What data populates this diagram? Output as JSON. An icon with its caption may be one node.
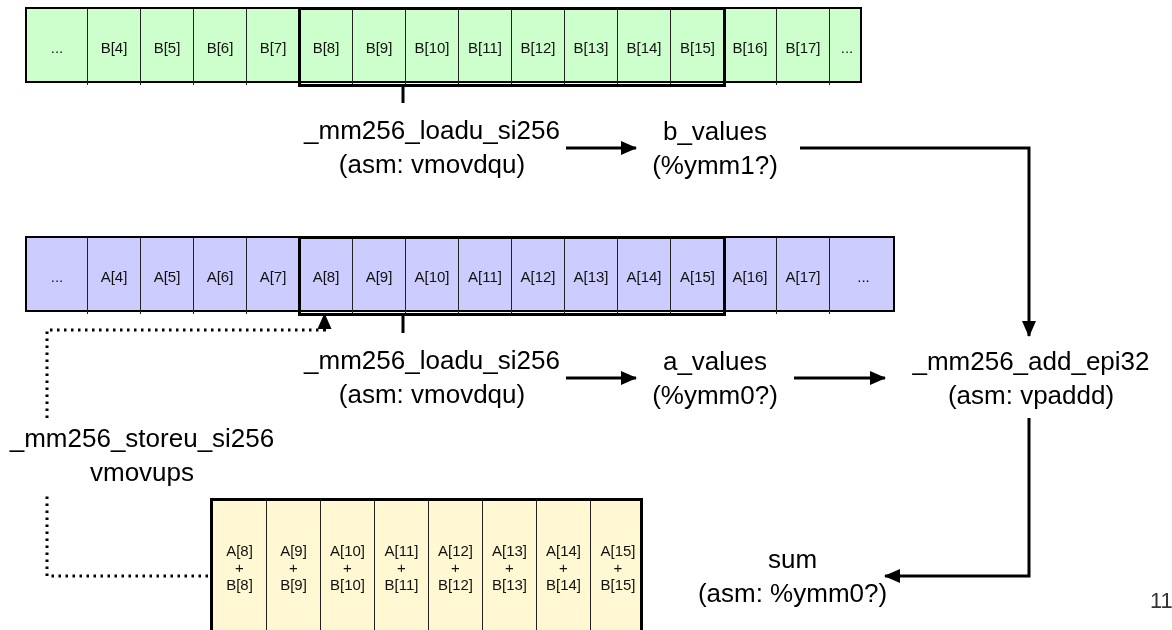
{
  "diagram": {
    "nodes": [
      {
        "text": [],
        "shape": "bar"
      },
      {
        "text": [
          "..."
        ],
        "in": 0
      },
      {
        "text": [
          "B[4]"
        ],
        "in": 0
      },
      {
        "text": [
          "B[5]"
        ],
        "in": 0
      },
      {
        "text": [
          "B[6]"
        ],
        "in": 0
      },
      {
        "text": [
          "B[7]"
        ],
        "in": 0
      },
      {
        "text": [],
        "shape": "box",
        "in": 0
      },
      {
        "text": [
          "B[8]"
        ],
        "in": 6
      },
      {
        "text": [
          "B[9]"
        ],
        "in": 6
      },
      {
        "text": [
          "B[10]"
        ],
        "in": 6
      },
      {
        "text": [
          "B[11]"
        ],
        "in": 6
      },
      {
        "text": [
          "B[12]"
        ],
        "in": 6
      },
      {
        "text": [
          "B[13]"
        ],
        "in": 6
      },
      {
        "text": [
          "B[14]"
        ],
        "in": 6
      },
      {
        "text": [
          "B[15]"
        ],
        "in": 6
      },
      {
        "text": [
          "B[16]"
        ],
        "in": 0
      },
      {
        "text": [
          "B[17]"
        ],
        "in": 0
      },
      {
        "text": [
          "..."
        ],
        "in": 0
      },
      {
        "text": [
          "_mm256_loadu_si256",
          "(asm: vmovdqu)"
        ]
      },
      {
        "text": [
          "b_values",
          "(%ymm1?)"
        ]
      },
      {
        "text": [],
        "shape": "bar"
      },
      {
        "text": [
          "..."
        ],
        "in": 20
      },
      {
        "text": [
          "A[4]"
        ],
        "in": 20
      },
      {
        "text": [
          "A[5]"
        ],
        "in": 20
      },
      {
        "text": [
          "A[6]"
        ],
        "in": 20
      },
      {
        "text": [
          "A[7]"
        ],
        "in": 20
      },
      {
        "text": [],
        "shape": "box",
        "in": 20
      },
      {
        "text": [
          "A[8]"
        ],
        "in": 26
      },
      {
        "text": [
          "A[9]"
        ],
        "in": 26
      },
      {
        "text": [
          "A[10]"
        ],
        "in": 26
      },
      {
        "text": [
          "A[11]"
        ],
        "in": 26
      },
      {
        "text": [
          "A[12]"
        ],
        "in": 26
      },
      {
        "text": [
          "A[13]"
        ],
        "in": 26
      },
      {
        "text": [
          "A[14]"
        ],
        "in": 26
      },
      {
        "text": [
          "A[15]"
        ],
        "in": 26
      },
      {
        "text": [
          "A[16]"
        ],
        "in": 20
      },
      {
        "text": [
          "A[17]"
        ],
        "in": 20
      },
      {
        "text": [
          "..."
        ],
        "in": 20
      },
      {
        "text": [
          "_mm256_loadu_si256",
          "(asm: vmovdqu)"
        ]
      },
      {
        "text": [
          "a_values",
          "(%ymm0?)"
        ]
      },
      {
        "text": [
          "_mm256_add_epi32",
          "(asm: vpaddd)"
        ]
      },
      {
        "text": [
          "_mm256_storeu_si256",
          "vmovups"
        ]
      },
      {
        "text": [],
        "shape": "bar"
      },
      {
        "text": [
          "A[8] + B[8]"
        ],
        "in": 42
      },
      {
        "text": [
          "A[9] + B[9]"
        ],
        "in": 42
      },
      {
        "text": [
          "A[10] + B[10]"
        ],
        "in": 42
      },
      {
        "text": [
          "A[11] + B[11]"
        ],
        "in": 42
      },
      {
        "text": [
          "A[12] + B[12]"
        ],
        "in": 42
      },
      {
        "text": [
          "A[13] + B[13]"
        ],
        "in": 42
      },
      {
        "text": [
          "A[14] + B[14]"
        ],
        "in": 42
      },
      {
        "text": [
          "A[15] + B[15]"
        ],
        "in": 42
      },
      {
        "text": [
          "sum",
          "(asm: %ymm0?)"
        ]
      }
    ],
    "edges": [
      {
        "from": 6,
        "to": 18,
        "arrow": "none"
      },
      {
        "from": 18,
        "to": 19,
        "arrow": "to"
      },
      {
        "from": 19,
        "to": 40,
        "arrow": "to"
      },
      {
        "from": 26,
        "to": 38,
        "arrow": "none"
      },
      {
        "from": 38,
        "to": 39,
        "arrow": "to"
      },
      {
        "from": 39,
        "to": 40,
        "arrow": "to"
      },
      {
        "from": 40,
        "to": 51,
        "arrow": "to"
      },
      {
        "from": 42,
        "to": 41,
        "arrow": "none",
        "style": "dashed"
      },
      {
        "from": 41,
        "to": 27,
        "arrow": "to",
        "style": "dashed"
      }
    ],
    "labels": [
      "11"
    ]
  }
}
